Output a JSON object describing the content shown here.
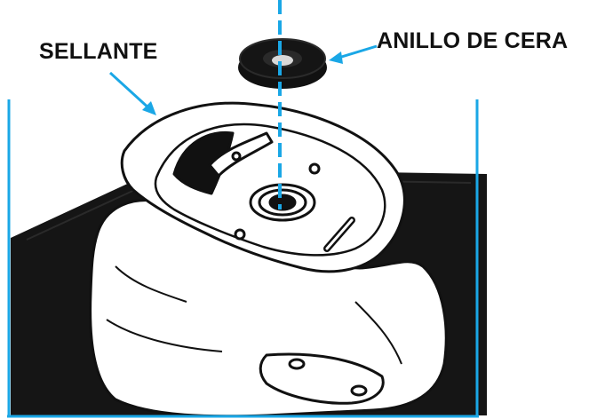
{
  "labels": {
    "sealant": "SELLANTE",
    "wax_ring": "ANILLO DE CERA"
  },
  "colors": {
    "accent": "#1aa7e6",
    "ink": "#111111",
    "floor_mat": "#151515",
    "background": "#ffffff"
  },
  "parts": [
    "floor-mat",
    "toilet-base",
    "toilet-outlet-horn",
    "floor-flange",
    "wax-ring",
    "centerline",
    "wall-lines"
  ]
}
